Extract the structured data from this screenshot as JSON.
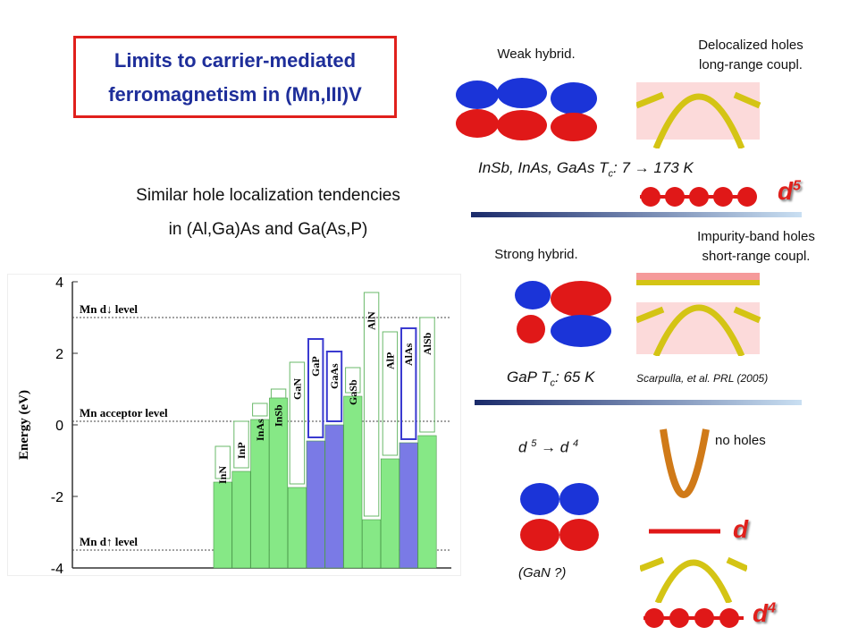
{
  "title": {
    "line1": "Limits to carrier-mediated",
    "line2": "ferromagnetism in (Mn,III)V"
  },
  "subtitle": {
    "line1": "Similar hole localization tendencies",
    "line2": "in (Al,Ga)As and Ga(As,P)"
  },
  "panel1": {
    "hybrid_label": "Weak hybrid.",
    "holes_line1": "Delocalized holes",
    "holes_line2": "long-range coupl.",
    "materials_prefix": "InSb, InAs, GaAs T",
    "materials_sub": "c",
    "materials_suffix": ": 7 → 173 K",
    "d_main": "d",
    "d_sup": "5"
  },
  "panel2": {
    "hybrid_label": "Strong hybrid.",
    "holes_line1": "Impurity-band holes",
    "holes_line2": "short-range coupl.",
    "material_prefix": "GaP T",
    "material_sub": "c",
    "material_suffix": ": 65 K",
    "reference": "Scarpulla, et al. PRL (2005)"
  },
  "panel3": {
    "transition_a": "d",
    "transition_a_sup": "5",
    "transition_arrow": "→",
    "transition_b": "d",
    "transition_b_sup": "4",
    "no_holes": "no holes",
    "gan": "(GaN ?)",
    "d_label": "d",
    "d4_main": "d",
    "d4_sup": "4"
  },
  "colors": {
    "title_border": "#e0201c",
    "title_text": "#1e2e9a",
    "band_yellow": "#d4c414",
    "band_orange": "#d07a18",
    "bar_green": "#86e886",
    "bar_blue": "#7a7ae6",
    "d_red": "#e0201c"
  },
  "chart_data": {
    "type": "bar",
    "ylabel": "Energy (eV)",
    "ylim": [
      -4,
      4
    ],
    "y_ticks": [
      "4",
      "2",
      "0",
      "-2",
      "-4"
    ],
    "levels": [
      {
        "label": "Mn d↓ level",
        "value": 3.0
      },
      {
        "label": "Mn acceptor level",
        "value": 0.1
      },
      {
        "label": "Mn d↑ level",
        "value": -3.5
      }
    ],
    "categories": [
      "InN",
      "InP",
      "InAs",
      "InSb",
      "GaN",
      "GaP",
      "GaAs",
      "GaSb",
      "AlN",
      "AlP",
      "AlAs",
      "AlSb"
    ],
    "valence_band": [
      -1.6,
      -1.3,
      0.15,
      0.75,
      -1.75,
      -0.45,
      0.0,
      0.8,
      -2.65,
      -0.95,
      -0.5,
      -0.3
    ],
    "conduction_band": [
      -0.7,
      0.0,
      0.5,
      0.9,
      1.65,
      2.3,
      1.95,
      1.5,
      3.6,
      2.5,
      2.6,
      2.9
    ],
    "series_colors": [
      "green",
      "green",
      "green",
      "green",
      "green",
      "blue",
      "blue",
      "green",
      "green",
      "green",
      "blue",
      "green"
    ]
  }
}
